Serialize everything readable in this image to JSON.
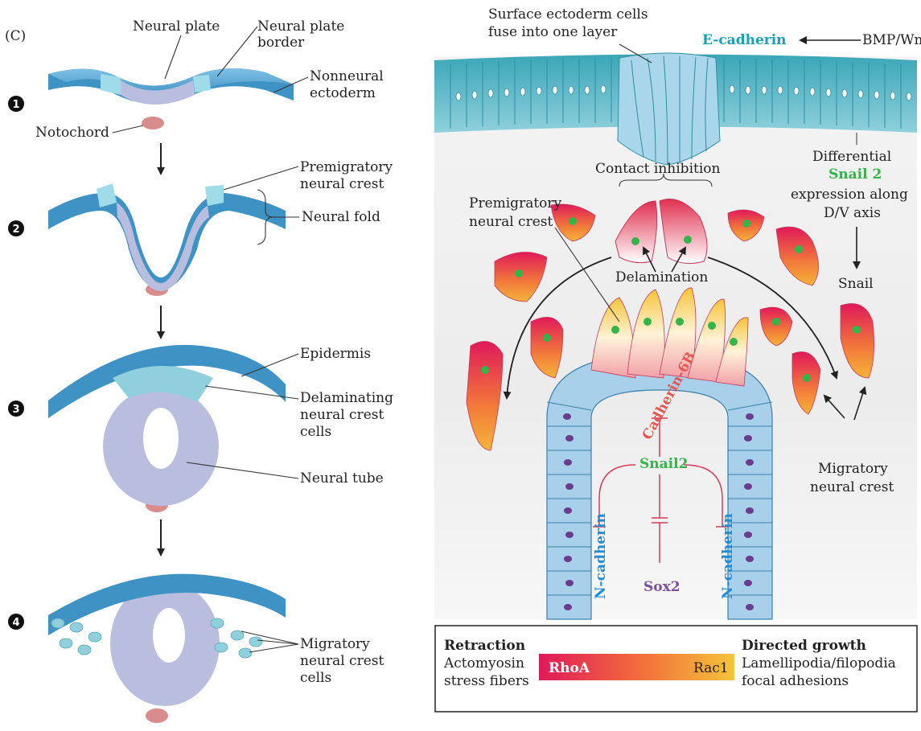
{
  "panel_label": "(C)",
  "colors": {
    "tissue_blue": "#5aa9d6",
    "tissue_blue_dark": "#2f7fb0",
    "tube_lavender": "#b9bedf",
    "notochord": "#d98c8c",
    "epithelium": "#a9d0ea",
    "nucleus": "#6a3c8c",
    "ecadherin": "#1aa0b5",
    "snail": "#35b44a",
    "cadherin6b": "#e8574f",
    "ncadherin": "#1f8ed6",
    "sox2": "#7b4fa0",
    "rhoa": "#e0195a",
    "rac1": "#f6c43a",
    "inhibit": "#d83a5a"
  },
  "left": {
    "stages": [
      {
        "number": "1"
      },
      {
        "number": "2"
      },
      {
        "number": "3"
      },
      {
        "number": "4"
      }
    ],
    "labels": {
      "neural_plate": "Neural plate",
      "neural_plate_border_1": "Neural plate",
      "neural_plate_border_2": "border",
      "nonneural_1": "Nonneural",
      "nonneural_2": "ectoderm",
      "notochord": "Notochord",
      "premigratory_1": "Premigratory",
      "premigratory_2": "neural crest",
      "neural_fold": "Neural fold",
      "epidermis": "Epidermis",
      "delaminating_1": "Delaminating",
      "delaminating_2": "neural crest",
      "delaminating_3": "cells",
      "neural_tube": "Neural tube",
      "migratory_1": "Migratory",
      "migratory_2": "neural crest",
      "migratory_3": "cells"
    }
  },
  "right": {
    "labels": {
      "surface_1": "Surface ectoderm cells",
      "surface_2": "fuse into one layer",
      "ecadherin": "E-cadherin",
      "bmp_wnt": "BMP/Wnt",
      "contact_inhibition": "Contact inhibition",
      "differential_1": "Differential",
      "differential_2": "Snail 2",
      "differential_3": "expression along",
      "differential_4": "D/V axis",
      "snail": "Snail",
      "premigratory_1": "Premigratory",
      "premigratory_2": "neural crest",
      "delamination": "Delamination",
      "cadherin6b": "Cadherin-6B",
      "snail2": "Snail2",
      "ncadherin_left": "N-cadherin",
      "ncadherin_right": "N-cadherin",
      "sox2": "Sox2",
      "migratory_1": "Migratory",
      "migratory_2": "neural crest"
    },
    "legend": {
      "retraction": "Retraction",
      "actomyosin_1": "Actomyosin",
      "actomyosin_2": "stress fibers",
      "rhoa": "RhoA",
      "rac1": "Rac1",
      "directed_growth": "Directed growth",
      "lamellipodia": "Lamellipodia/filopodia",
      "focal": "focal adhesions"
    }
  }
}
